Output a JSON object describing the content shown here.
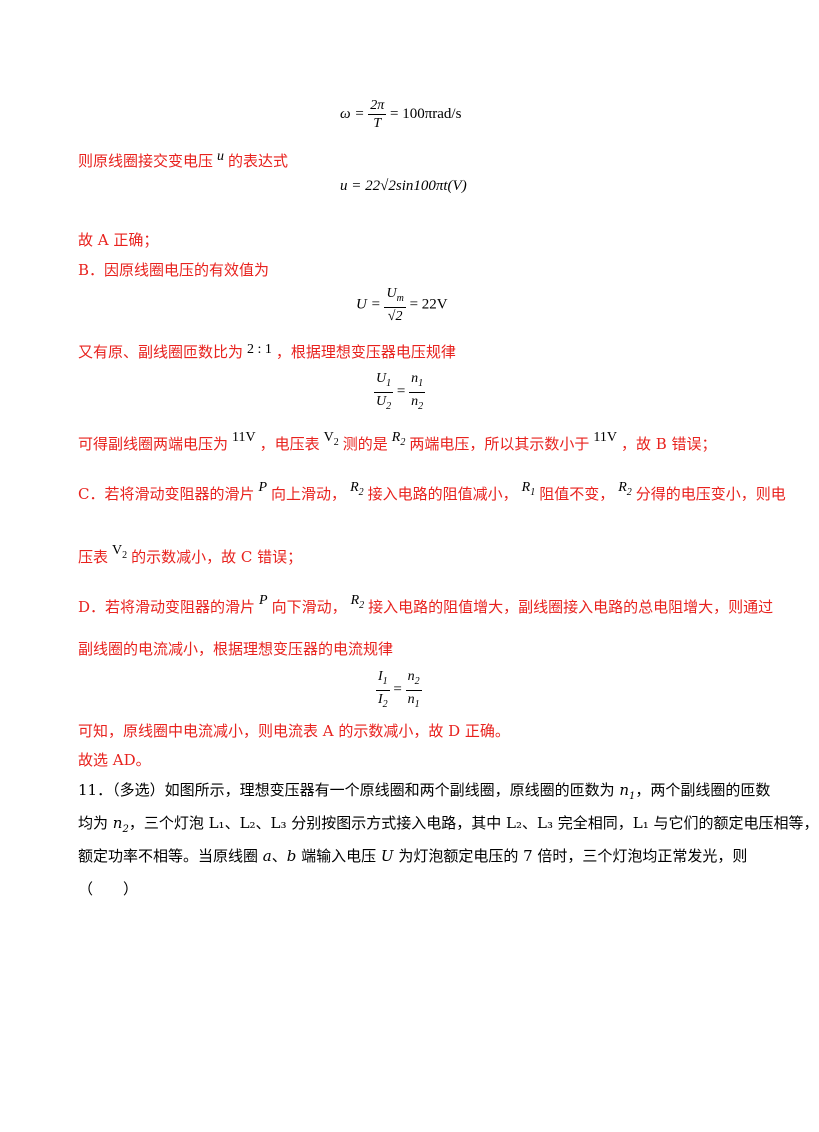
{
  "eq_omega": {
    "lhs": "ω =",
    "num": "2π",
    "den": "T",
    "rhs": "= 100πrad/s"
  },
  "p1": {
    "text": "则原线圈接交变电压",
    "var": "u",
    "tail": "的表达式"
  },
  "eq_u": {
    "text": "u = 22√2sin100πt(V)"
  },
  "p2": {
    "text": "故 A 正确；"
  },
  "p3": {
    "text": "B．因原线圈电压的有效值为"
  },
  "eq_U": {
    "lhs": "U =",
    "num": "U",
    "num_sub": "m",
    "den": "√2",
    "rhs": "= 22V"
  },
  "p4": {
    "text": "又有原、副线圈匝数比为",
    "ratio": "2 : 1",
    "tail": "，根据理想变压器电压规律"
  },
  "eq_ratio1": {
    "num_l": "U",
    "num_l_sub": "1",
    "den_l": "U",
    "den_l_sub": "2",
    "num_r": "n",
    "num_r_sub": "1",
    "den_r": "n",
    "den_r_sub": "2"
  },
  "p5": {
    "a": "可得副线圈两端电压为",
    "v1": "11V",
    "b": "，电压表",
    "v2": "V",
    "v2_sub": "2",
    "c": "测的是",
    "r2": "R",
    "r2_sub": "2",
    "d": "两端电压，所以其示数小于",
    "v3": "11V",
    "e": "，故 B 错误；"
  },
  "p6": {
    "a": "C．若将滑动变阻器的滑片",
    "p": "P",
    "b": "向上滑动，",
    "r2": "R",
    "r2_sub": "2",
    "c": "接入电路的阻值减小，",
    "r1": "R",
    "r1_sub": "1",
    "d": "阻值不变，",
    "r2b": "R",
    "r2b_sub": "2",
    "e": "分得的电压变小，则电"
  },
  "p7": {
    "a": "压表",
    "v2": "V",
    "v2_sub": "2",
    "b": "的示数减小，故 C 错误；"
  },
  "p8": {
    "a": "D．若将滑动变阻器的滑片",
    "p": "P",
    "b": "向下滑动，",
    "r2": "R",
    "r2_sub": "2",
    "c": "接入电路的阻值增大，副线圈接入电路的总电阻增大，则通过"
  },
  "p9": {
    "text": "副线圈的电流减小，根据理想变压器的电流规律"
  },
  "eq_ratio2": {
    "num_l": "I",
    "num_l_sub": "1",
    "den_l": "I",
    "den_l_sub": "2",
    "num_r": "n",
    "num_r_sub": "2",
    "den_r": "n",
    "den_r_sub": "1"
  },
  "p10": {
    "text": "可知，原线圈中电流减小，则电流表 A 的示数减小，故 D 正确。"
  },
  "p11": {
    "text": "故选 AD。"
  },
  "q11": {
    "l1a": "11．（多选）如图所示，理想变压器有一个原线圈和两个副线圈，原线圈的匝数为 ",
    "l1n": "n",
    "l1n_sub": "1",
    "l1b": "，两个副线圈的匝数",
    "l2a": "均为 ",
    "l2n": "n",
    "l2n_sub": "2",
    "l2b": "，三个灯泡 L₁、L₂、L₃ 分别按图示方式接入电路，其中 L₂、L₃ 完全相同，L₁ 与它们的额定电压相等，",
    "l3a": "额定功率不相等。当原线圈 ",
    "l3ia": "a",
    "l3b": "、",
    "l3ib": "b",
    "l3c": " 端输入电压 ",
    "l3iu": "U",
    "l3d": " 为灯泡额定电压的 7 倍时，三个灯泡均正常发光，则",
    "l4": "（　　）"
  }
}
